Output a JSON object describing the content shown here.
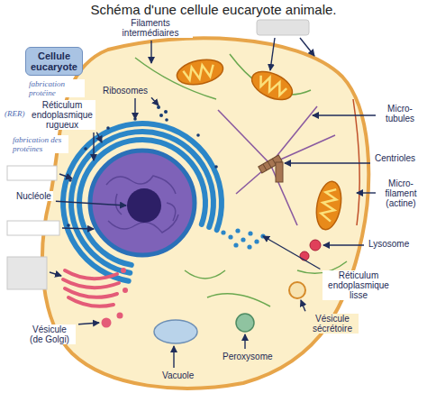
{
  "diagram": {
    "title": "Schéma d'une cellule eucaryote animale.",
    "nodes": [
      {
        "text": [
          "Cellule eucaryote"
        ]
      }
    ],
    "labels": [
      "fabrication protéine",
      "(RER)",
      "fabrication des protéines",
      "Filaments intermédiaires",
      "Ribosomes",
      "Réticulum endoplasmique rugueux",
      "Nucléole",
      "Micro- tubules",
      "Centrioles",
      "Micro- filament (actine)",
      "Lysosome",
      "Réticulum endoplasmique lisse",
      "Vésicule sécrétoire",
      "Peroxysome",
      "Vacuole",
      "Vésicule (de Golgi)"
    ]
  }
}
